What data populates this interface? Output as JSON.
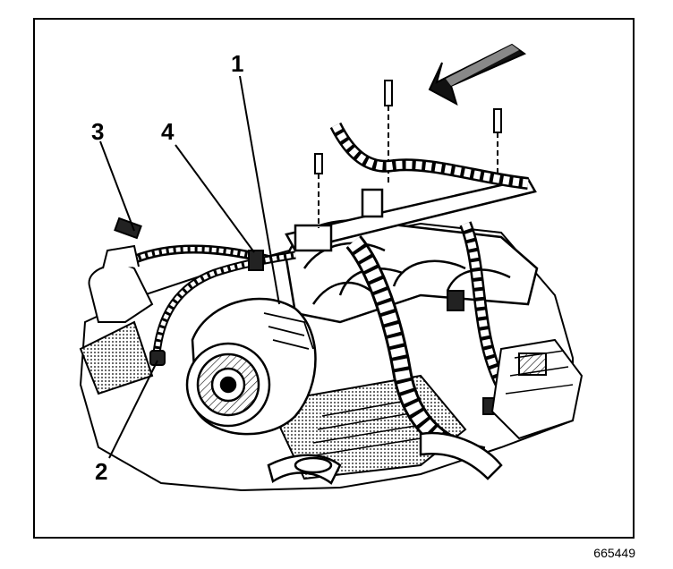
{
  "figure_number": "665449",
  "callouts": [
    {
      "label": "1",
      "ref": "callout-1"
    },
    {
      "label": "2",
      "ref": "callout-2"
    },
    {
      "label": "3",
      "ref": "callout-3"
    },
    {
      "label": "4",
      "ref": "callout-4"
    }
  ],
  "colors": {
    "ink": "#000000",
    "paper": "#ffffff",
    "shade": "#555555"
  }
}
